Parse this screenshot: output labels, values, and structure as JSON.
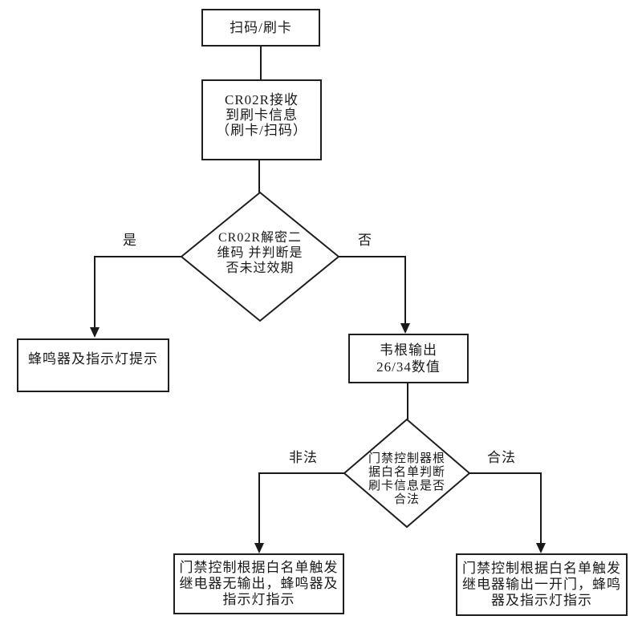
{
  "flowchart": {
    "nodes": {
      "start": {
        "type": "process",
        "lines": [
          "扫码/刷卡"
        ]
      },
      "receive": {
        "type": "process",
        "lines": [
          "CR02R接收",
          "到刷卡信息",
          "（刷卡/扫码）"
        ]
      },
      "decrypt": {
        "type": "decision",
        "lines": [
          "CR02R解密二",
          "维码 并判断是",
          "否未过效期"
        ]
      },
      "buzzer": {
        "type": "process",
        "lines": [
          "蜂鸣器及指示灯提示"
        ]
      },
      "wiegand": {
        "type": "process",
        "lines": [
          "韦根输出",
          "26/34数值"
        ]
      },
      "check": {
        "type": "decision",
        "lines": [
          "门禁控制器根",
          "据白名单判断",
          "刷卡信息是否",
          "合法"
        ]
      },
      "deny": {
        "type": "process",
        "lines": [
          "门禁控制根据白名单触发",
          "继电器无输出，蜂鸣器及",
          "指示灯指示"
        ]
      },
      "allow": {
        "type": "process",
        "lines": [
          "门禁控制根据白名单触发",
          "继电器输出一开门，蜂鸣",
          "器及指示灯指示"
        ]
      }
    },
    "edge_labels": {
      "yes": "是",
      "no": "否",
      "illegal": "非法",
      "legal": "合法"
    },
    "colors": {
      "line": "#1a1a1a",
      "node_border": "#1f1f1f",
      "background": "#ffffff",
      "text": "#1a1a1a"
    }
  }
}
